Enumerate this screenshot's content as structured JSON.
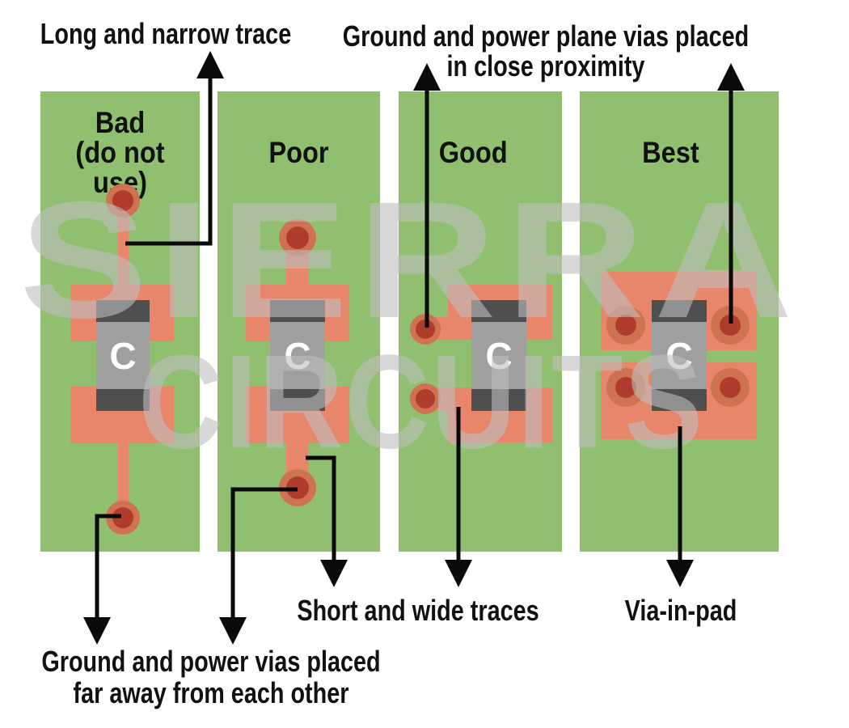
{
  "colors": {
    "background": "#ffffff",
    "board_green": "#90c06f",
    "copper_salmon": "#e8866c",
    "via_ring": "#cf7251",
    "via_core": "#b03c2e",
    "cap_body": "#9f9f9f",
    "cap_end": "#4f4f4f",
    "cap_letter": "#ffffff",
    "arrow_black": "#0a0a0a",
    "text_black": "#111111",
    "watermark_gray": "rgba(190,190,190,0.6)"
  },
  "watermark": {
    "line1": "SIERRA",
    "line2": "CIRCUITS"
  },
  "capacitor_label": "C",
  "panels": [
    {
      "name": "bad",
      "title_line1": "Bad",
      "title_line2": "(do not use)"
    },
    {
      "name": "poor",
      "title_line1": "",
      "title_line2": "Poor"
    },
    {
      "name": "good",
      "title_line1": "",
      "title_line2": "Good"
    },
    {
      "name": "best",
      "title_line1": "",
      "title_line2": "Best"
    }
  ],
  "annotations": {
    "long_narrow_trace": "Long and narrow trace",
    "plane_vias_line1": "Ground and power plane vias placed",
    "plane_vias_line2": "in close proximity",
    "short_wide_traces": "Short and wide traces",
    "via_in_pad": "Via-in-pad",
    "vias_far_line1": "Ground and power vias placed",
    "vias_far_line2": "far away from each other"
  }
}
